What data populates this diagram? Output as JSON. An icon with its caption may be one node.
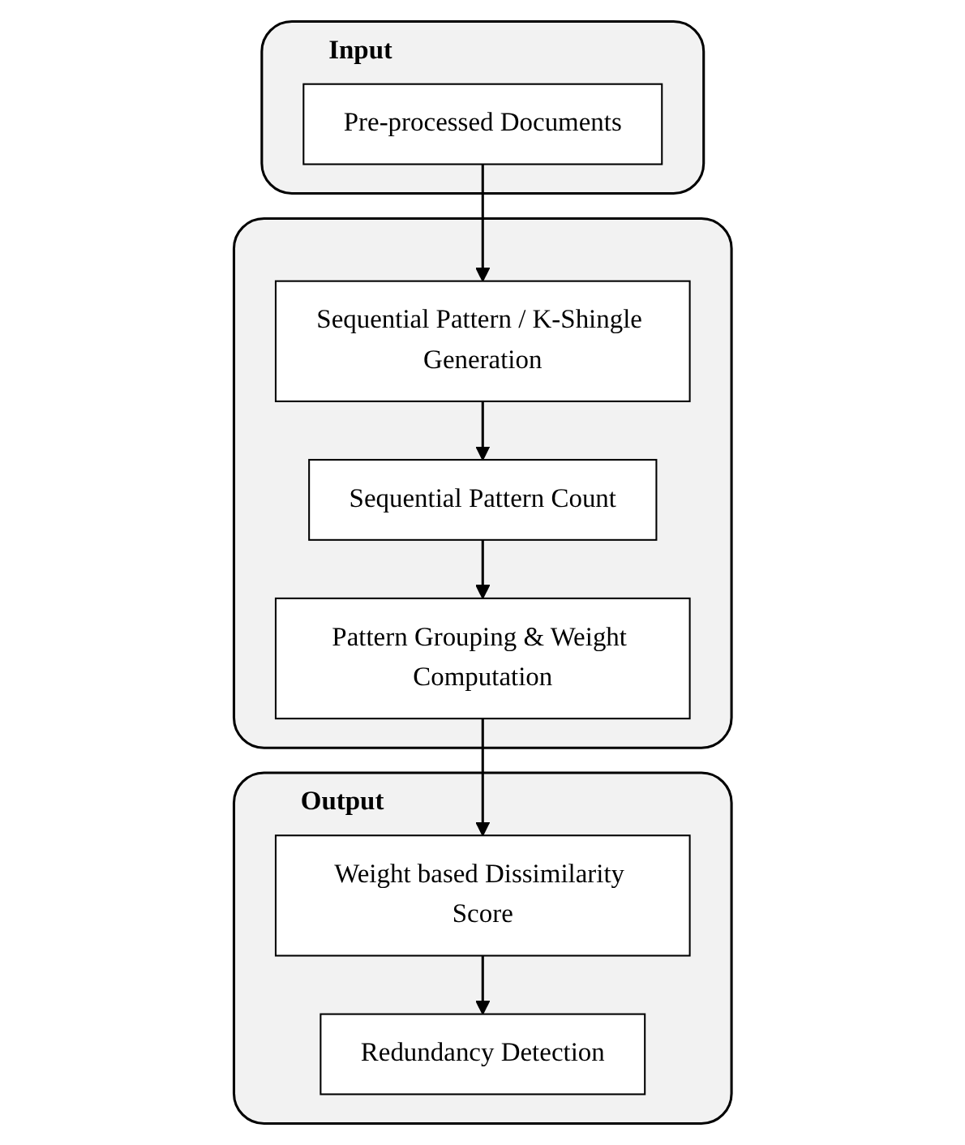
{
  "diagram": {
    "nodes": [
      {
        "text": [
          "Input"
        ]
      },
      {
        "text": [
          "Pre-processed Documents"
        ],
        "in": 0
      },
      {
        "text": [],
        "shape": "box"
      },
      {
        "text": [
          "Sequential Pattern / K-Shingle Generation"
        ],
        "in": 2
      },
      {
        "text": [
          "Sequential Pattern Count"
        ],
        "in": 2
      },
      {
        "text": [
          "Pattern Grouping & Weight Computation"
        ],
        "in": 2
      },
      {
        "text": [
          "Output"
        ]
      },
      {
        "text": [
          "Weight based Dissimilarity Score"
        ],
        "in": 6
      },
      {
        "text": [
          "Redundancy Detection"
        ],
        "in": 6
      }
    ],
    "edges": [
      {
        "from": 1,
        "to": 3,
        "arrow": "to"
      },
      {
        "from": 3,
        "to": 4,
        "arrow": "to"
      },
      {
        "from": 4,
        "to": 5,
        "arrow": "to"
      },
      {
        "from": 5,
        "to": 7,
        "arrow": "to"
      },
      {
        "from": 7,
        "to": 8,
        "arrow": "to"
      }
    ]
  }
}
